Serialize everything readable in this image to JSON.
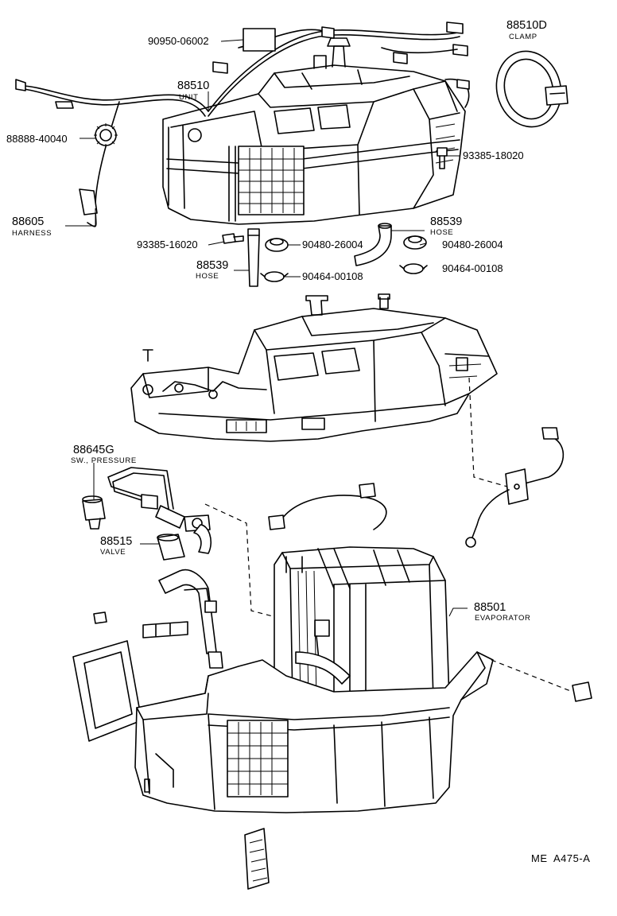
{
  "parts": {
    "p_90950": {
      "number": "90950-06002",
      "desc": ""
    },
    "p_88510D": {
      "number": "88510D",
      "desc": "CLAMP"
    },
    "p_88510": {
      "number": "88510",
      "desc": "UNIT"
    },
    "p_88888": {
      "number": "88888-40040",
      "desc": ""
    },
    "p_93385_18020": {
      "number": "93385-18020",
      "desc": ""
    },
    "p_88605": {
      "number": "88605",
      "desc": "HARNESS"
    },
    "p_88539_r": {
      "number": "88539",
      "desc": "HOSE"
    },
    "p_93385_16020": {
      "number": "93385-16020",
      "desc": ""
    },
    "p_90480_l": {
      "number": "90480-26004",
      "desc": ""
    },
    "p_90480_r": {
      "number": "90480-26004",
      "desc": ""
    },
    "p_88539_l": {
      "number": "88539",
      "desc": "HOSE"
    },
    "p_90464_l": {
      "number": "90464-00108",
      "desc": ""
    },
    "p_90464_r": {
      "number": "90464-00108",
      "desc": ""
    },
    "p_88645G": {
      "number": "88645G",
      "desc": "SW., PRESSURE"
    },
    "p_88515": {
      "number": "88515",
      "desc": "VALVE"
    },
    "p_88501": {
      "number": "88501",
      "desc": "EVAPORATOR"
    }
  },
  "diagram_code": "ME  A475-A"
}
